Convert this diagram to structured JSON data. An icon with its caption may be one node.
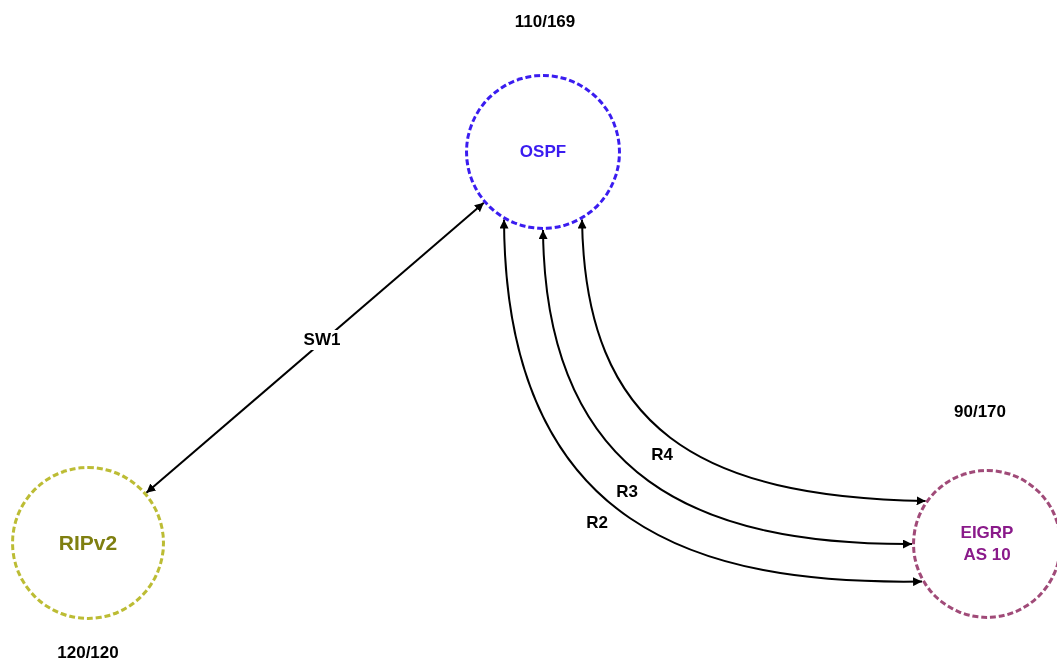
{
  "diagram": {
    "nodes": [
      {
        "text": [
          "OSPF"
        ],
        "beside": [
          "110/169"
        ]
      },
      {
        "text": [
          "RIPv2"
        ],
        "beside": [
          "120/120"
        ]
      },
      {
        "text": [
          "EIGRP AS 10"
        ],
        "beside": [
          "90/170"
        ]
      }
    ],
    "edges": [
      {
        "from": 1,
        "to": 0,
        "arrow": "both",
        "label": "SW1"
      },
      {
        "from": 0,
        "to": 2,
        "arrow": "both",
        "label": "R4"
      },
      {
        "from": 0,
        "to": 2,
        "arrow": "both",
        "label": "R3"
      },
      {
        "from": 0,
        "to": 2,
        "arrow": "both",
        "label": "R2"
      }
    ]
  }
}
